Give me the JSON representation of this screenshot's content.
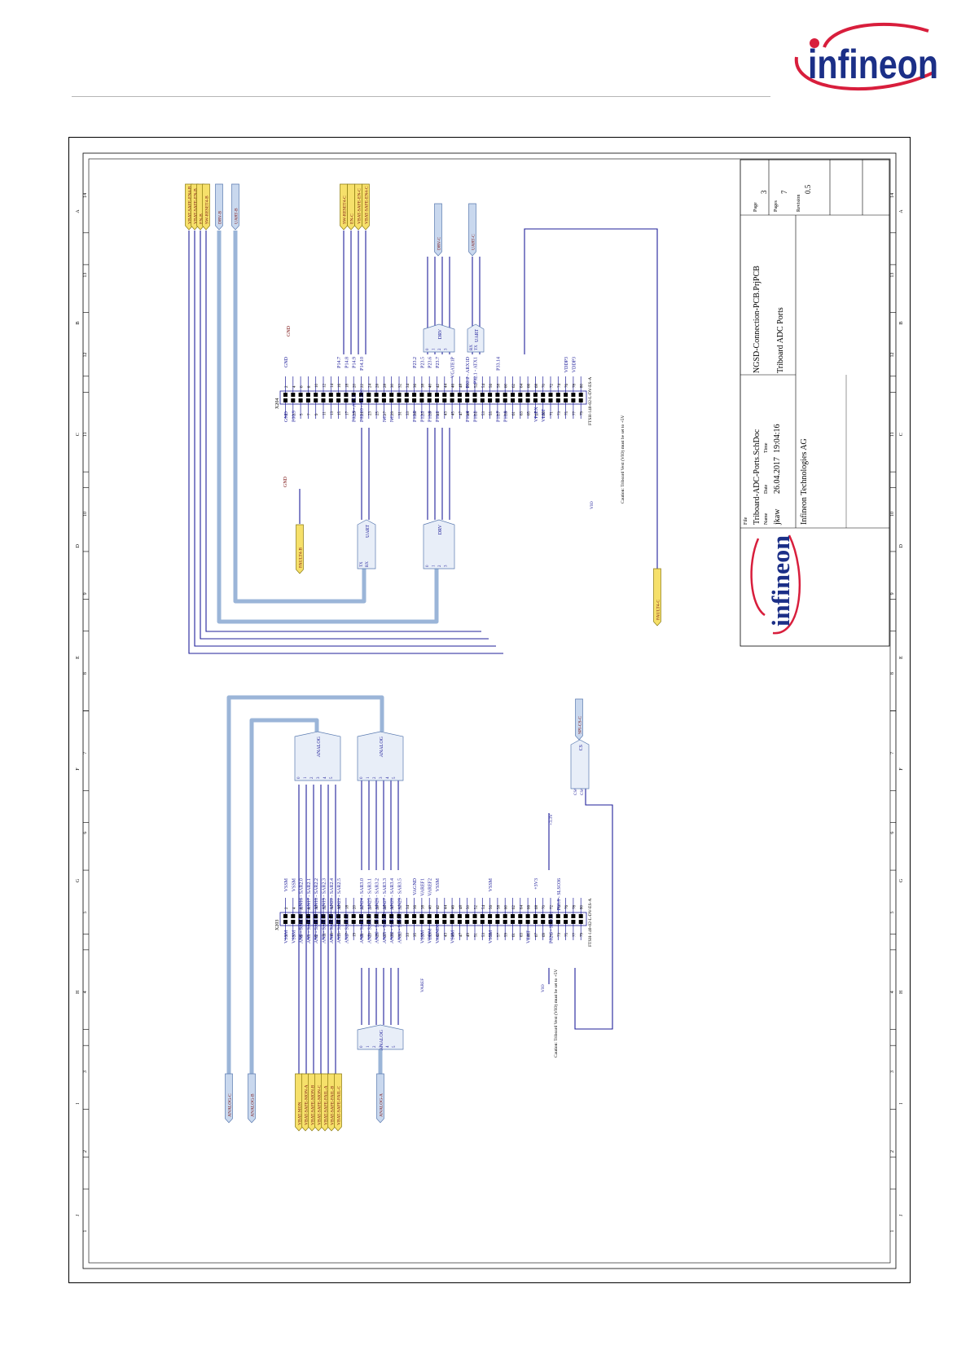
{
  "header": {
    "brand": "infineon",
    "brand_color": "#1b2f87",
    "accent_color": "#d81e3c"
  },
  "sheet": {
    "cols": [
      "A",
      "B",
      "C",
      "D",
      "E",
      "F",
      "G",
      "H",
      "I",
      "J"
    ],
    "rows": [
      "1",
      "2",
      "3",
      "4",
      "5",
      "6",
      "7",
      "8",
      "9",
      "10",
      "11",
      "12",
      "13",
      "14"
    ],
    "title_block": {
      "file_label": "File",
      "file_value": "Triboard-ADC-Ports.SchDoc",
      "project": "NGSD-Connection-PCB.PrjPCB",
      "name_label": "Name",
      "name_value": "jkaw",
      "date_label": "Date",
      "date_value": "26.04.2017",
      "time_label": "Time",
      "time_value": "19:04:16",
      "title": "Triboard ADC Ports",
      "company": "Infineon Technologies AG",
      "page_label": "Page",
      "page_value": "3",
      "pages_label": "Pages",
      "pages_value": "7",
      "revision_label": "Revision",
      "revision_value": "0.5",
      "logo_text": "infineon"
    },
    "x204": {
      "designator": "X204",
      "part": "FTSH-140-02-L-DV-ES-A",
      "odd_pins": [
        "1",
        "3",
        "5",
        "7",
        "9",
        "11",
        "13",
        "15",
        "17",
        "19",
        "21",
        "23",
        "25",
        "27",
        "29",
        "31",
        "33",
        "35",
        "37",
        "39",
        "41",
        "43",
        "45",
        "47",
        "49",
        "51",
        "53",
        "55",
        "57",
        "59",
        "61",
        "63",
        "65",
        "67",
        "69",
        "71",
        "73",
        "75",
        "77",
        "79"
      ],
      "even_pins": [
        "2",
        "4",
        "6",
        "8",
        "10",
        "12",
        "14",
        "16",
        "18",
        "20",
        "22",
        "24",
        "26",
        "28",
        "30",
        "32",
        "34",
        "36",
        "38",
        "40",
        "42",
        "44",
        "46",
        "48",
        "50",
        "52",
        "54",
        "56",
        "58",
        "60",
        "62",
        "64",
        "66",
        "68",
        "70",
        "72",
        "74",
        "76",
        "78",
        "80"
      ],
      "left_nets": [
        "GND",
        "P00.9",
        "P02.9 - ATX2",
        "P02.10 - ARX2C",
        "NC",
        "NC",
        "P12.0",
        "P12.1",
        "P11.0",
        "P11.1",
        "P11.4",
        "P11.3",
        "P11.7",
        "P11.8",
        "VP_EX",
        "VEXT"
      ],
      "right_nets": [
        "GND",
        "P14.7",
        "P14.8",
        "P14.9",
        "P14.10",
        "P23.2",
        "P23.5",
        "P23.6",
        "P23.7",
        "VGATE1P",
        "P32.2 - ARX1D",
        "P32.1 - ATX1",
        "P33.14",
        "VDDP3",
        "VDDP3"
      ],
      "caution": "Caution: Triboard Vext (VIO) must be set to +5V",
      "vio": "VIO"
    },
    "x203": {
      "designator": "X203",
      "part": "FTSH-140-02-L-DV-ES-A",
      "odd_pins": [
        "1",
        "3",
        "5",
        "7",
        "9",
        "11",
        "13",
        "15",
        "17",
        "19",
        "21",
        "23",
        "25",
        "27",
        "29",
        "31",
        "33",
        "35",
        "37",
        "39",
        "41",
        "43",
        "45",
        "47",
        "49",
        "51",
        "53",
        "55",
        "57",
        "59",
        "61",
        "63",
        "65",
        "67",
        "69",
        "71",
        "73",
        "75",
        "77",
        "79"
      ],
      "even_pins": [
        "2",
        "4",
        "6",
        "8",
        "10",
        "12",
        "14",
        "16",
        "18",
        "20",
        "22",
        "24",
        "26",
        "28",
        "30",
        "32",
        "34",
        "36",
        "38",
        "40",
        "42",
        "44",
        "46",
        "48",
        "50",
        "52",
        "54",
        "56",
        "58",
        "60",
        "62",
        "64",
        "66",
        "68",
        "70",
        "72",
        "74",
        "76",
        "78",
        "80"
      ],
      "left_nets": [
        "VSSM",
        "VSSM",
        "AN0 - SAR0.0",
        "AN1 - SAR0.1",
        "AN2 - SAR0.2",
        "AN3 - SAR0.3",
        "AN4 - SAR0.4",
        "AN5 - SAR0.5",
        "AN6 - SAR0.6",
        "AN8 - SAR1.0",
        "AN9 - SAR1.1",
        "AN10 - SAR1.2",
        "AN11 - SAR1.3",
        "AN12 - SAR1.4",
        "AN13 - SAR1.5",
        "VSSM",
        "VDDM",
        "VAGND2",
        "VSSM",
        "VSSM",
        "VEXT",
        "P02.6 - SLSO31"
      ],
      "right_nets": [
        "VSSM",
        "VSSM",
        "AN16 - SAR2.0",
        "AN17 - SAR2.1",
        "AN18 - SAR2.2",
        "AN19 - SAR2.3",
        "AN20 - SAR2.4",
        "AN21 - SAR2.5",
        "AN24 - SAR3.0",
        "AN25 - SAR3.1",
        "AN26 - SAR3.2",
        "AN27 - SAR3.3",
        "AN28 - SAR3.4",
        "AN29 - SAR3.5",
        "VAGND",
        "VAREF1",
        "VAREF2",
        "VSSM",
        "VSSM",
        "+3V3",
        "P00.8 - SLSO36"
      ],
      "caution": "Caution: Triboard Vext (VIO) must be set to +5V",
      "vio": "VIO",
      "varef": "VAREF",
      "v33": "+3.3V",
      "cs_labels": [
        "CS#0",
        "CS#4"
      ]
    },
    "bus_blocks": {
      "drv": "DRV",
      "uart": "UART",
      "analog": "ANALOG",
      "cs": "CS",
      "drv_pins": [
        "0",
        "1",
        "2",
        "3"
      ],
      "uart_pins": [
        "RX",
        "TX"
      ],
      "uart_pins_left": [
        "TX",
        "RX"
      ],
      "analog_pins": [
        "0",
        "1",
        "2",
        "3",
        "4",
        "5"
      ]
    },
    "ports": {
      "top_left_yellow": [
        "VBAT-SAFE-EN4-B",
        "VBAT-SAFE-EN-B",
        "EN-B",
        "SW-RESET4-B"
      ],
      "top_left_blue": [
        "DRV-B",
        "UART-B"
      ],
      "top_right_yellow": [
        "SW-RESET4-C",
        "EN-C",
        "VBAT-SAFE-EN-C",
        "VBAT-SAFE-EN4-C"
      ],
      "top_right_blue": [
        "DRV-C",
        "UART-C"
      ],
      "fault_b": "FAULT4-B",
      "fault_c": "FAULT4-C",
      "bottom_yellow": [
        "VBAT-MON",
        "VBAT-SAFE-MON-A",
        "VBAT-SAFE-MON-B",
        "VBAT-SAFE-MON-C",
        "VBAT-SAFE-FAIL-A",
        "VBAT-SAFE-FAIL-B",
        "VBAT-SAFE-FAIL-C"
      ],
      "analog_c": "ANALOG-C",
      "analog_b": "ANALOG-B",
      "analog_a": "ANALOG-A",
      "spi_cs": "SPI-CS-C",
      "gnd": "GND"
    }
  }
}
